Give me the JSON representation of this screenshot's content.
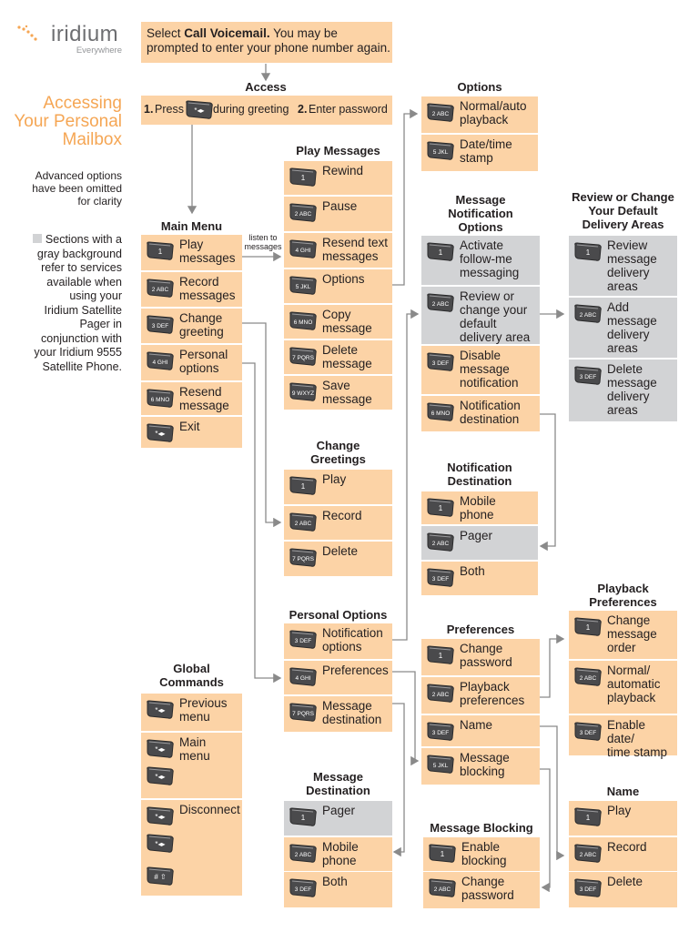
{
  "brand": {
    "name": "iridium",
    "tagline": "Everywhere"
  },
  "page_title": [
    "Accessing",
    "Your Personal",
    "Mailbox"
  ],
  "side_notes": {
    "omitted": [
      "Advanced options",
      "have been omitted",
      "for clarity"
    ],
    "gray_legend": [
      "Sections with a",
      "gray background",
      "refer to services",
      "available when",
      "using your",
      "Iridium Satellite",
      "Pager in",
      "conjunction with",
      "your Iridium 9555",
      "Satellite Phone."
    ]
  },
  "intro": {
    "prefix": "Select ",
    "bold": "Call Voicemail.",
    "rest": " You may be prompted to enter your phone number again."
  },
  "access": {
    "title": "Access",
    "step1_num": "1.",
    "step1_a": "Press",
    "step1_b": "during greeting",
    "step2_num": "2.",
    "step2": "Enter password"
  },
  "connector_note": [
    "listen to",
    "messages"
  ],
  "sections": {
    "main_menu": {
      "title": "Main Menu",
      "items": [
        {
          "key": "1",
          "label": [
            "Play",
            "messages"
          ]
        },
        {
          "key": "2 ABC",
          "label": [
            "Record",
            "messages"
          ]
        },
        {
          "key": "3 DEF",
          "label": [
            "Change",
            "greeting"
          ]
        },
        {
          "key": "4 GHI",
          "label": [
            "Personal",
            "options"
          ]
        },
        {
          "key": "6 MNO",
          "label": [
            "Resend",
            "message"
          ]
        },
        {
          "key": "*◂▸",
          "label": [
            "Exit"
          ]
        }
      ]
    },
    "play_messages": {
      "title": "Play Messages",
      "items": [
        {
          "key": "1",
          "label": [
            "Rewind"
          ]
        },
        {
          "key": "2 ABC",
          "label": [
            "Pause"
          ]
        },
        {
          "key": "4 GHI",
          "label": [
            "Resend text",
            "messages"
          ]
        },
        {
          "key": "5 JKL",
          "label": [
            "Options"
          ]
        },
        {
          "key": "6 MNO",
          "label": [
            "Copy",
            "message"
          ]
        },
        {
          "key": "7 PQRS",
          "label": [
            "Delete",
            "message"
          ]
        },
        {
          "key": "9 WXYZ",
          "label": [
            "Save",
            "message"
          ]
        }
      ]
    },
    "options": {
      "title": "Options",
      "items": [
        {
          "key": "2 ABC",
          "label": [
            "Normal/auto",
            "playback"
          ]
        },
        {
          "key": "5 JKL",
          "label": [
            "Date/time",
            "stamp"
          ]
        }
      ]
    },
    "message_notification": {
      "title": [
        "Message",
        "Notification",
        "Options"
      ],
      "items": [
        {
          "key": "1",
          "label": [
            "Activate",
            "follow-me",
            "messaging"
          ],
          "gray": true
        },
        {
          "key": "2 ABC",
          "label": [
            "Review or",
            "change your",
            "default",
            "delivery area"
          ],
          "gray": true
        },
        {
          "key": "3 DEF",
          "label": [
            "Disable",
            "message",
            "notification"
          ]
        },
        {
          "key": "6 MNO",
          "label": [
            "Notification",
            "destination"
          ]
        }
      ]
    },
    "review_areas": {
      "title": [
        "Review or Change",
        "Your Default",
        "Delivery Areas"
      ],
      "items": [
        {
          "key": "1",
          "label": [
            "Review",
            "message",
            "delivery",
            "areas"
          ],
          "gray": true
        },
        {
          "key": "2 ABC",
          "label": [
            "Add",
            "message",
            "delivery",
            "areas"
          ],
          "gray": true
        },
        {
          "key": "3 DEF",
          "label": [
            "Delete",
            "message",
            "delivery",
            "areas"
          ],
          "gray": true
        }
      ]
    },
    "change_greetings": {
      "title": [
        "Change",
        "Greetings"
      ],
      "items": [
        {
          "key": "1",
          "label": [
            "Play"
          ]
        },
        {
          "key": "2 ABC",
          "label": [
            "Record"
          ]
        },
        {
          "key": "7 PQRS",
          "label": [
            "Delete"
          ]
        }
      ]
    },
    "notification_destination": {
      "title": [
        "Notification",
        "Destination"
      ],
      "items": [
        {
          "key": "1",
          "label": [
            "Mobile",
            "phone"
          ]
        },
        {
          "key": "2 ABC",
          "label": [
            "Pager"
          ],
          "gray": true
        },
        {
          "key": "3 DEF",
          "label": [
            "Both"
          ]
        }
      ]
    },
    "personal_options": {
      "title": "Personal Options",
      "items": [
        {
          "key": "3 DEF",
          "label": [
            "Notification",
            "options"
          ]
        },
        {
          "key": "4 GHI",
          "label": [
            "Preferences"
          ]
        },
        {
          "key": "7 PQRS",
          "label": [
            "Message",
            "destination"
          ]
        }
      ]
    },
    "preferences": {
      "title": "Preferences",
      "items": [
        {
          "key": "1",
          "label": [
            "Change",
            "password"
          ]
        },
        {
          "key": "2 ABC",
          "label": [
            "Playback",
            "preferences"
          ]
        },
        {
          "key": "3 DEF",
          "label": [
            "Name"
          ]
        },
        {
          "key": "5 JKL",
          "label": [
            "Message",
            "blocking"
          ]
        }
      ]
    },
    "playback_preferences": {
      "title": [
        "Playback",
        "Preferences"
      ],
      "items": [
        {
          "key": "1",
          "label": [
            "Change",
            "message",
            "order"
          ]
        },
        {
          "key": "2 ABC",
          "label": [
            "Normal/",
            "automatic",
            "playback"
          ]
        },
        {
          "key": "3 DEF",
          "label": [
            "Enable date/",
            "time stamp"
          ]
        }
      ]
    },
    "global_commands": {
      "title": [
        "Global",
        "Commands"
      ],
      "items": [
        {
          "key": "*◂▸",
          "label": [
            "Previous",
            "menu"
          ]
        },
        {
          "key": "*◂▸",
          "label": [
            "Main",
            "menu"
          ]
        },
        {
          "key": "*◂▸",
          "label": [
            "Disconnect"
          ]
        }
      ]
    },
    "message_destination": {
      "title": [
        "Message",
        "Destination"
      ],
      "items": [
        {
          "key": "1",
          "label": [
            "Pager"
          ],
          "gray": true
        },
        {
          "key": "2 ABC",
          "label": [
            "Mobile",
            "phone"
          ]
        },
        {
          "key": "3 DEF",
          "label": [
            "Both"
          ]
        }
      ]
    },
    "message_blocking": {
      "title": "Message Blocking",
      "items": [
        {
          "key": "1",
          "label": [
            "Enable",
            "blocking"
          ]
        },
        {
          "key": "2 ABC",
          "label": [
            "Change",
            "password"
          ]
        }
      ]
    },
    "name": {
      "title": "Name",
      "items": [
        {
          "key": "1",
          "label": [
            "Play"
          ]
        },
        {
          "key": "2 ABC",
          "label": [
            "Record"
          ]
        },
        {
          "key": "3 DEF",
          "label": [
            "Delete"
          ]
        }
      ]
    }
  },
  "extra_keys": {
    "star": "*◂▸",
    "hash": "# ⇧"
  },
  "colors": {
    "peach": "#fcd3a6",
    "gray": "#d2d3d5",
    "title_orange": "#f5a654",
    "line": "#8a8a8a",
    "key_dark": "#4a4a4c"
  }
}
